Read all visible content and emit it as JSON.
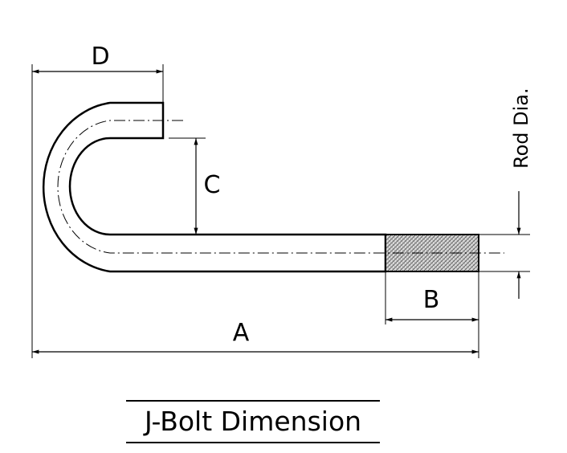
{
  "title": "J-Bolt Dimension",
  "labels": {
    "a": "A",
    "b": "B",
    "c": "C",
    "d": "D",
    "rod_dia": "Rod Dia."
  }
}
